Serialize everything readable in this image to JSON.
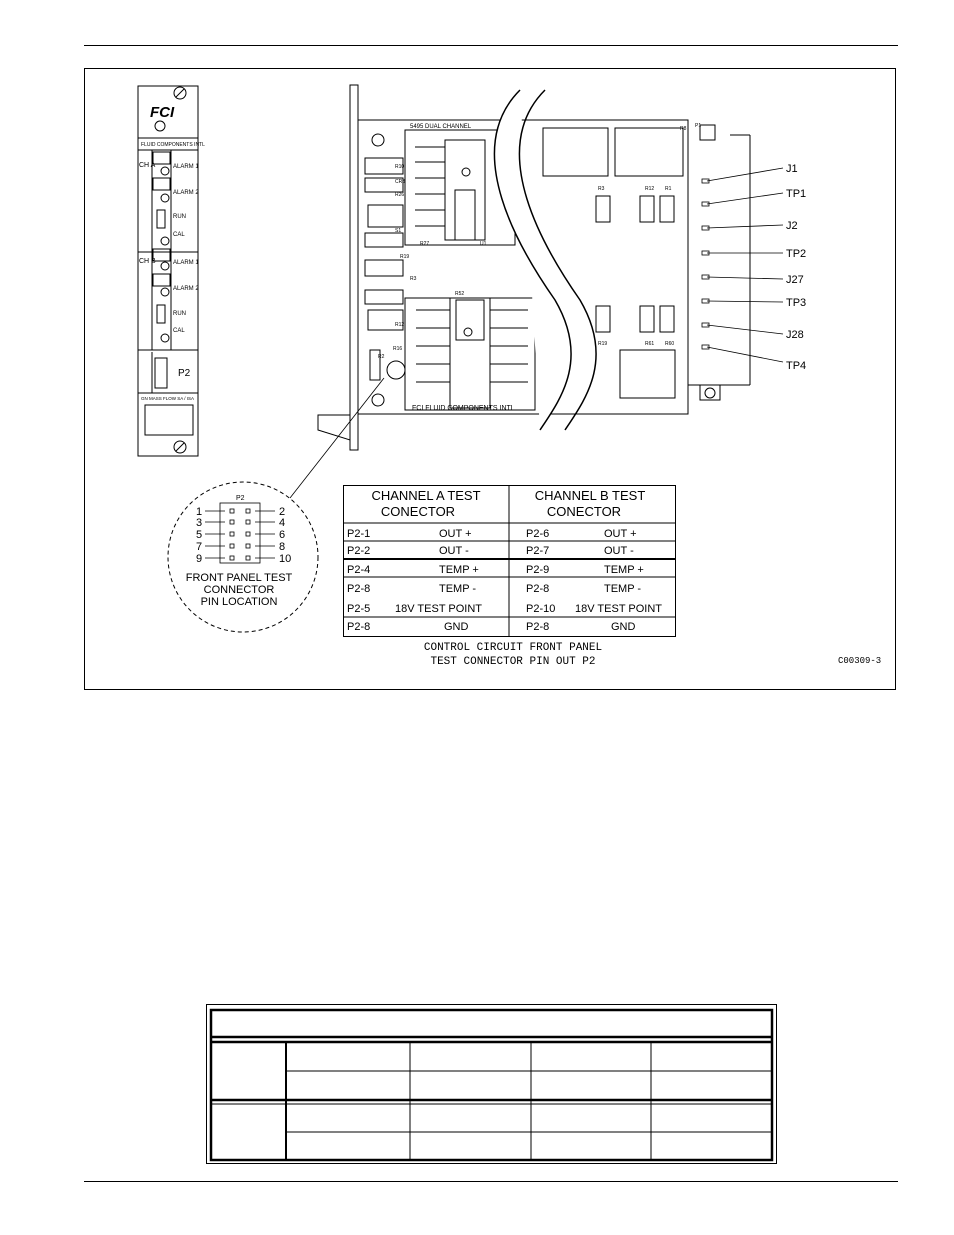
{
  "panel": {
    "logo": "FCI",
    "maker": "FLUID COMPONENTS INTL",
    "channel_a": "CH A",
    "channel_b": "CH B",
    "alarm1": "ALARM 1",
    "alarm2": "ALARM 2",
    "run": "RUN",
    "cal": "CAL",
    "p2": "P2",
    "bottom": "GN MASS FLOW SA / ISA"
  },
  "board": {
    "title": "5495 DUAL CHANNEL",
    "maker": "FCI FLUID COMPONENTS INTL",
    "parts": [
      "R10",
      "CR3",
      "R26",
      "S1",
      "R27",
      "U1",
      "R3",
      "R12",
      "R1",
      "R19",
      "R3",
      "R52",
      "R2",
      "R16",
      "R19",
      "R61",
      "R60",
      "P1",
      "R8",
      "R12"
    ]
  },
  "callouts": [
    "J1",
    "TP1",
    "J2",
    "TP2",
    "J27",
    "TP3",
    "J28",
    "TP4"
  ],
  "connector": {
    "label": "P2",
    "left_pins": [
      "1",
      "3",
      "5",
      "7",
      "9"
    ],
    "right_pins": [
      "2",
      "4",
      "6",
      "8",
      "10"
    ],
    "caption_lines": [
      "FRONT PANEL TEST",
      "CONNECTOR",
      "PIN LOCATION"
    ]
  },
  "pin_table": {
    "headers": [
      "CHANNEL A TEST CONECTOR",
      "CHANNEL B TEST CONECTOR"
    ],
    "rows": [
      [
        "P2-1",
        "OUT +",
        "P2-6",
        "OUT +"
      ],
      [
        "P2-2",
        "OUT -",
        "P2-7",
        "OUT -"
      ],
      [
        "P2-4",
        "TEMP +",
        "P2-9",
        "TEMP +"
      ],
      [
        "P2-8",
        "TEMP -",
        "P2-8",
        "TEMP -"
      ],
      [
        "P2-5",
        "18V TEST POINT",
        "P2-10",
        "18V TEST POINT"
      ],
      [
        "P2-8",
        "GND",
        "P2-8",
        "GND"
      ]
    ]
  },
  "caption": [
    "CONTROL CIRCUIT FRONT PANEL",
    "TEST CONNECTOR PIN OUT P2"
  ],
  "figure_code": "C00309-3"
}
